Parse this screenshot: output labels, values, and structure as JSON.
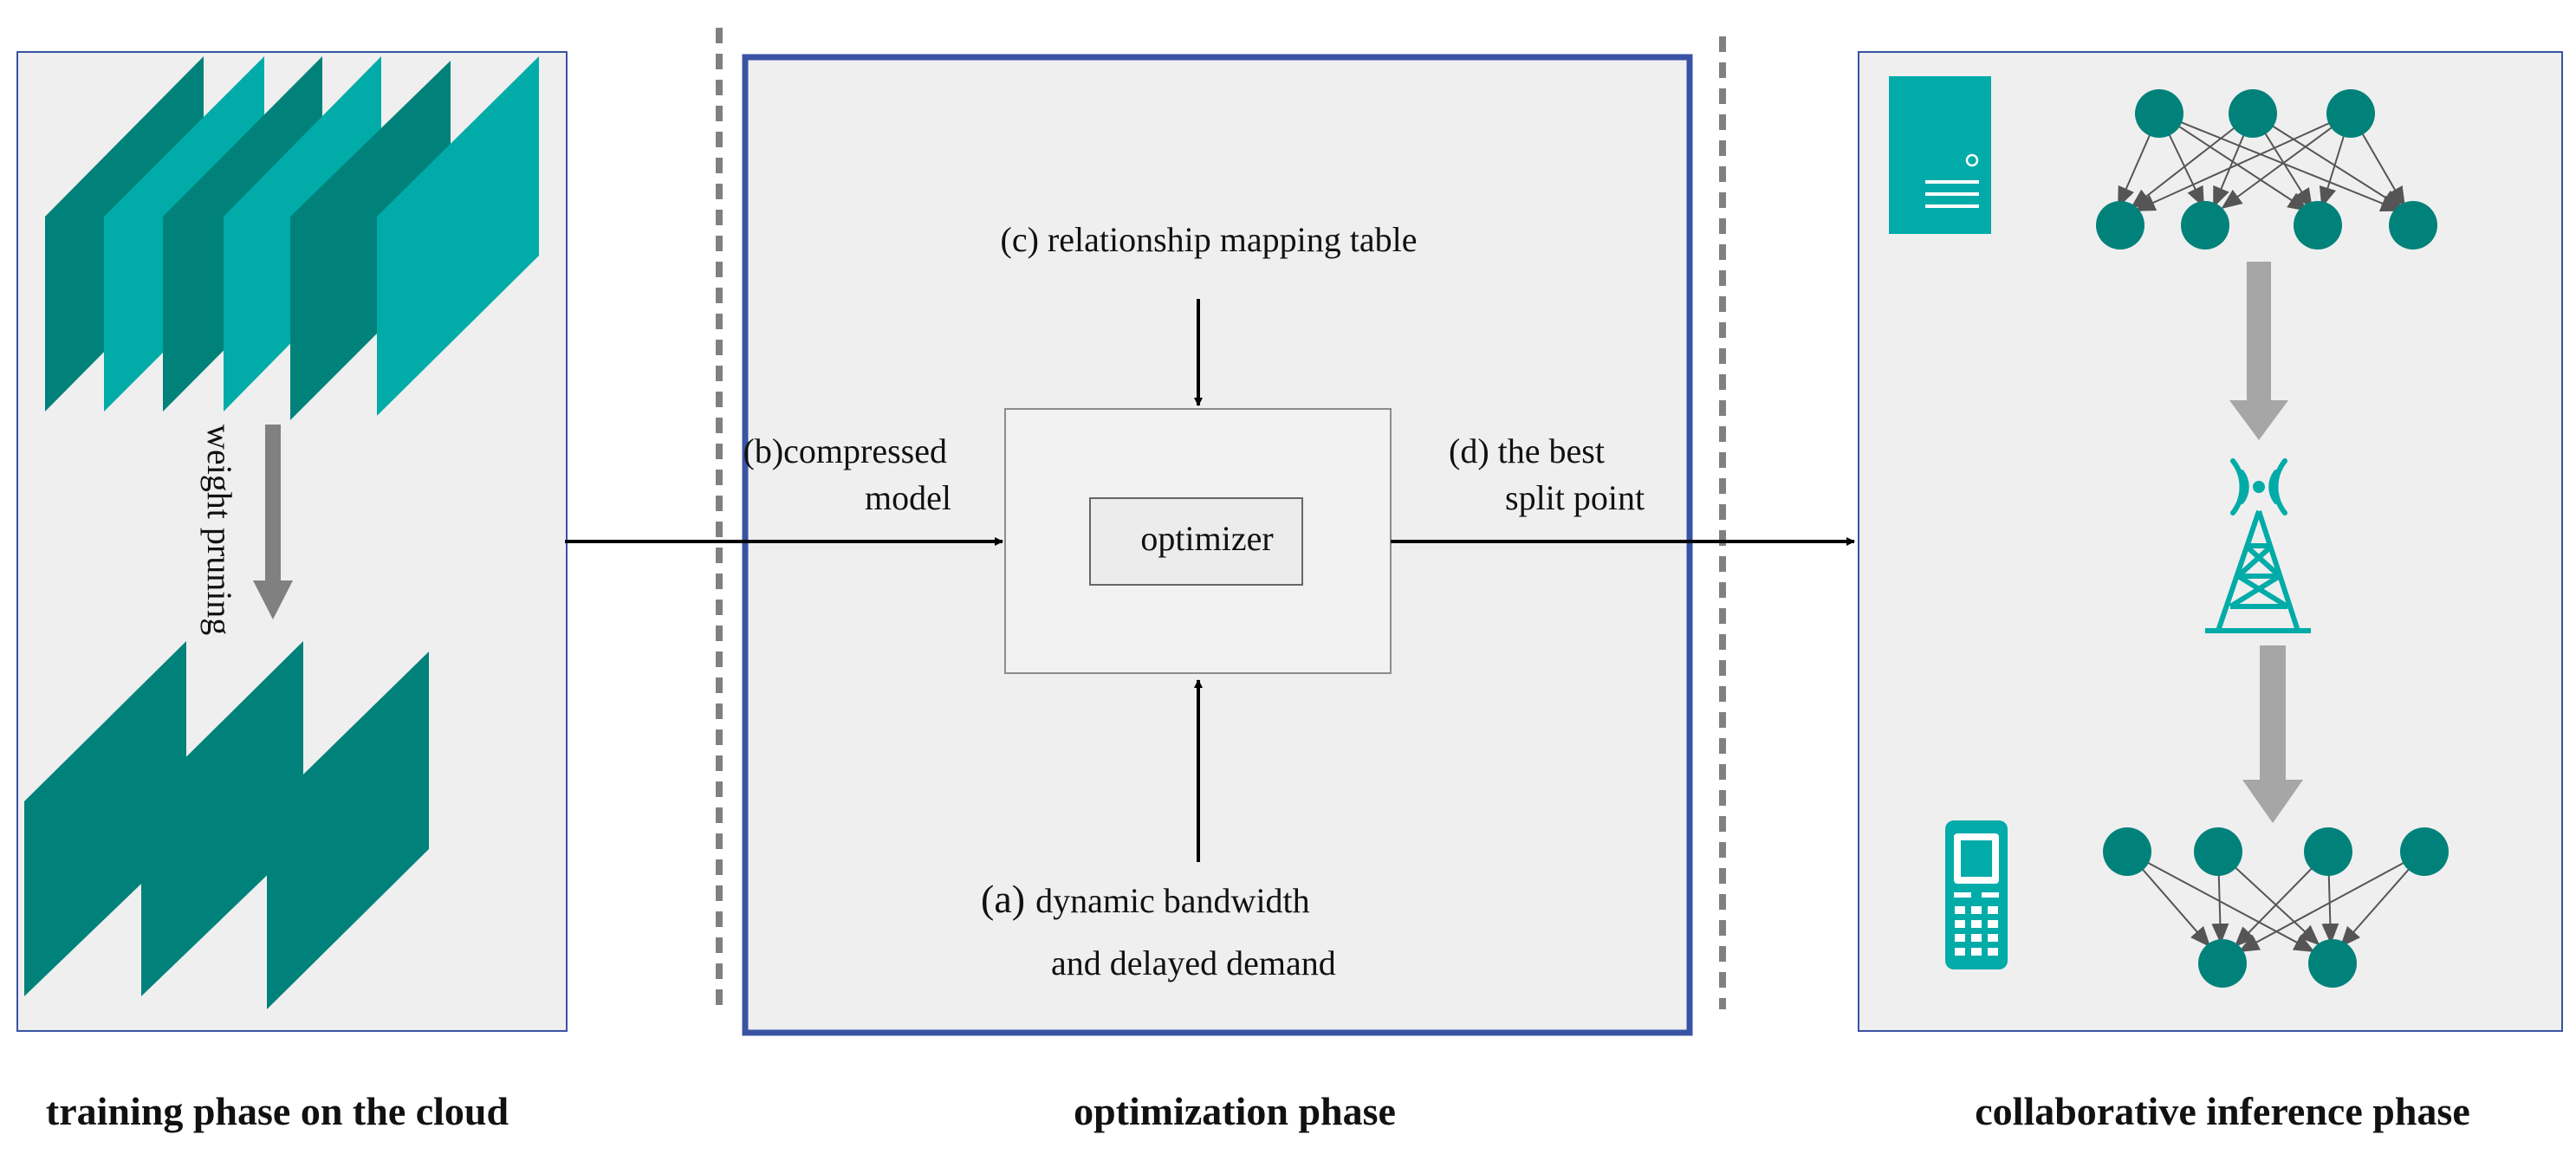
{
  "labels": {
    "weight_pruning": "weight pruning",
    "relationship_table": "(c)  relationship mapping table",
    "compressed_line1": "(b)compressed",
    "compressed_line2": "model",
    "best_line1": "(d) the best",
    "best_line2": "split point",
    "optimizer": "optimizer",
    "bandwidth_prefix": "(a)",
    "bandwidth_line1": "dynamic bandwidth",
    "bandwidth_line2": "and delayed demand"
  },
  "phases": {
    "training": "training phase on the cloud",
    "optimization": "optimization phase",
    "inference": "collaborative inference phase"
  },
  "icons": {
    "server": "server-icon",
    "tower": "cell-tower-icon",
    "phone": "mobile-phone-icon"
  },
  "colors": {
    "teal_dark": "#00827b",
    "teal_light": "#00aba8",
    "panel_fill": "#efefef",
    "opt_border": "#3953a4",
    "arrow_gray": "#a6a6a6",
    "divider": "#808080"
  }
}
